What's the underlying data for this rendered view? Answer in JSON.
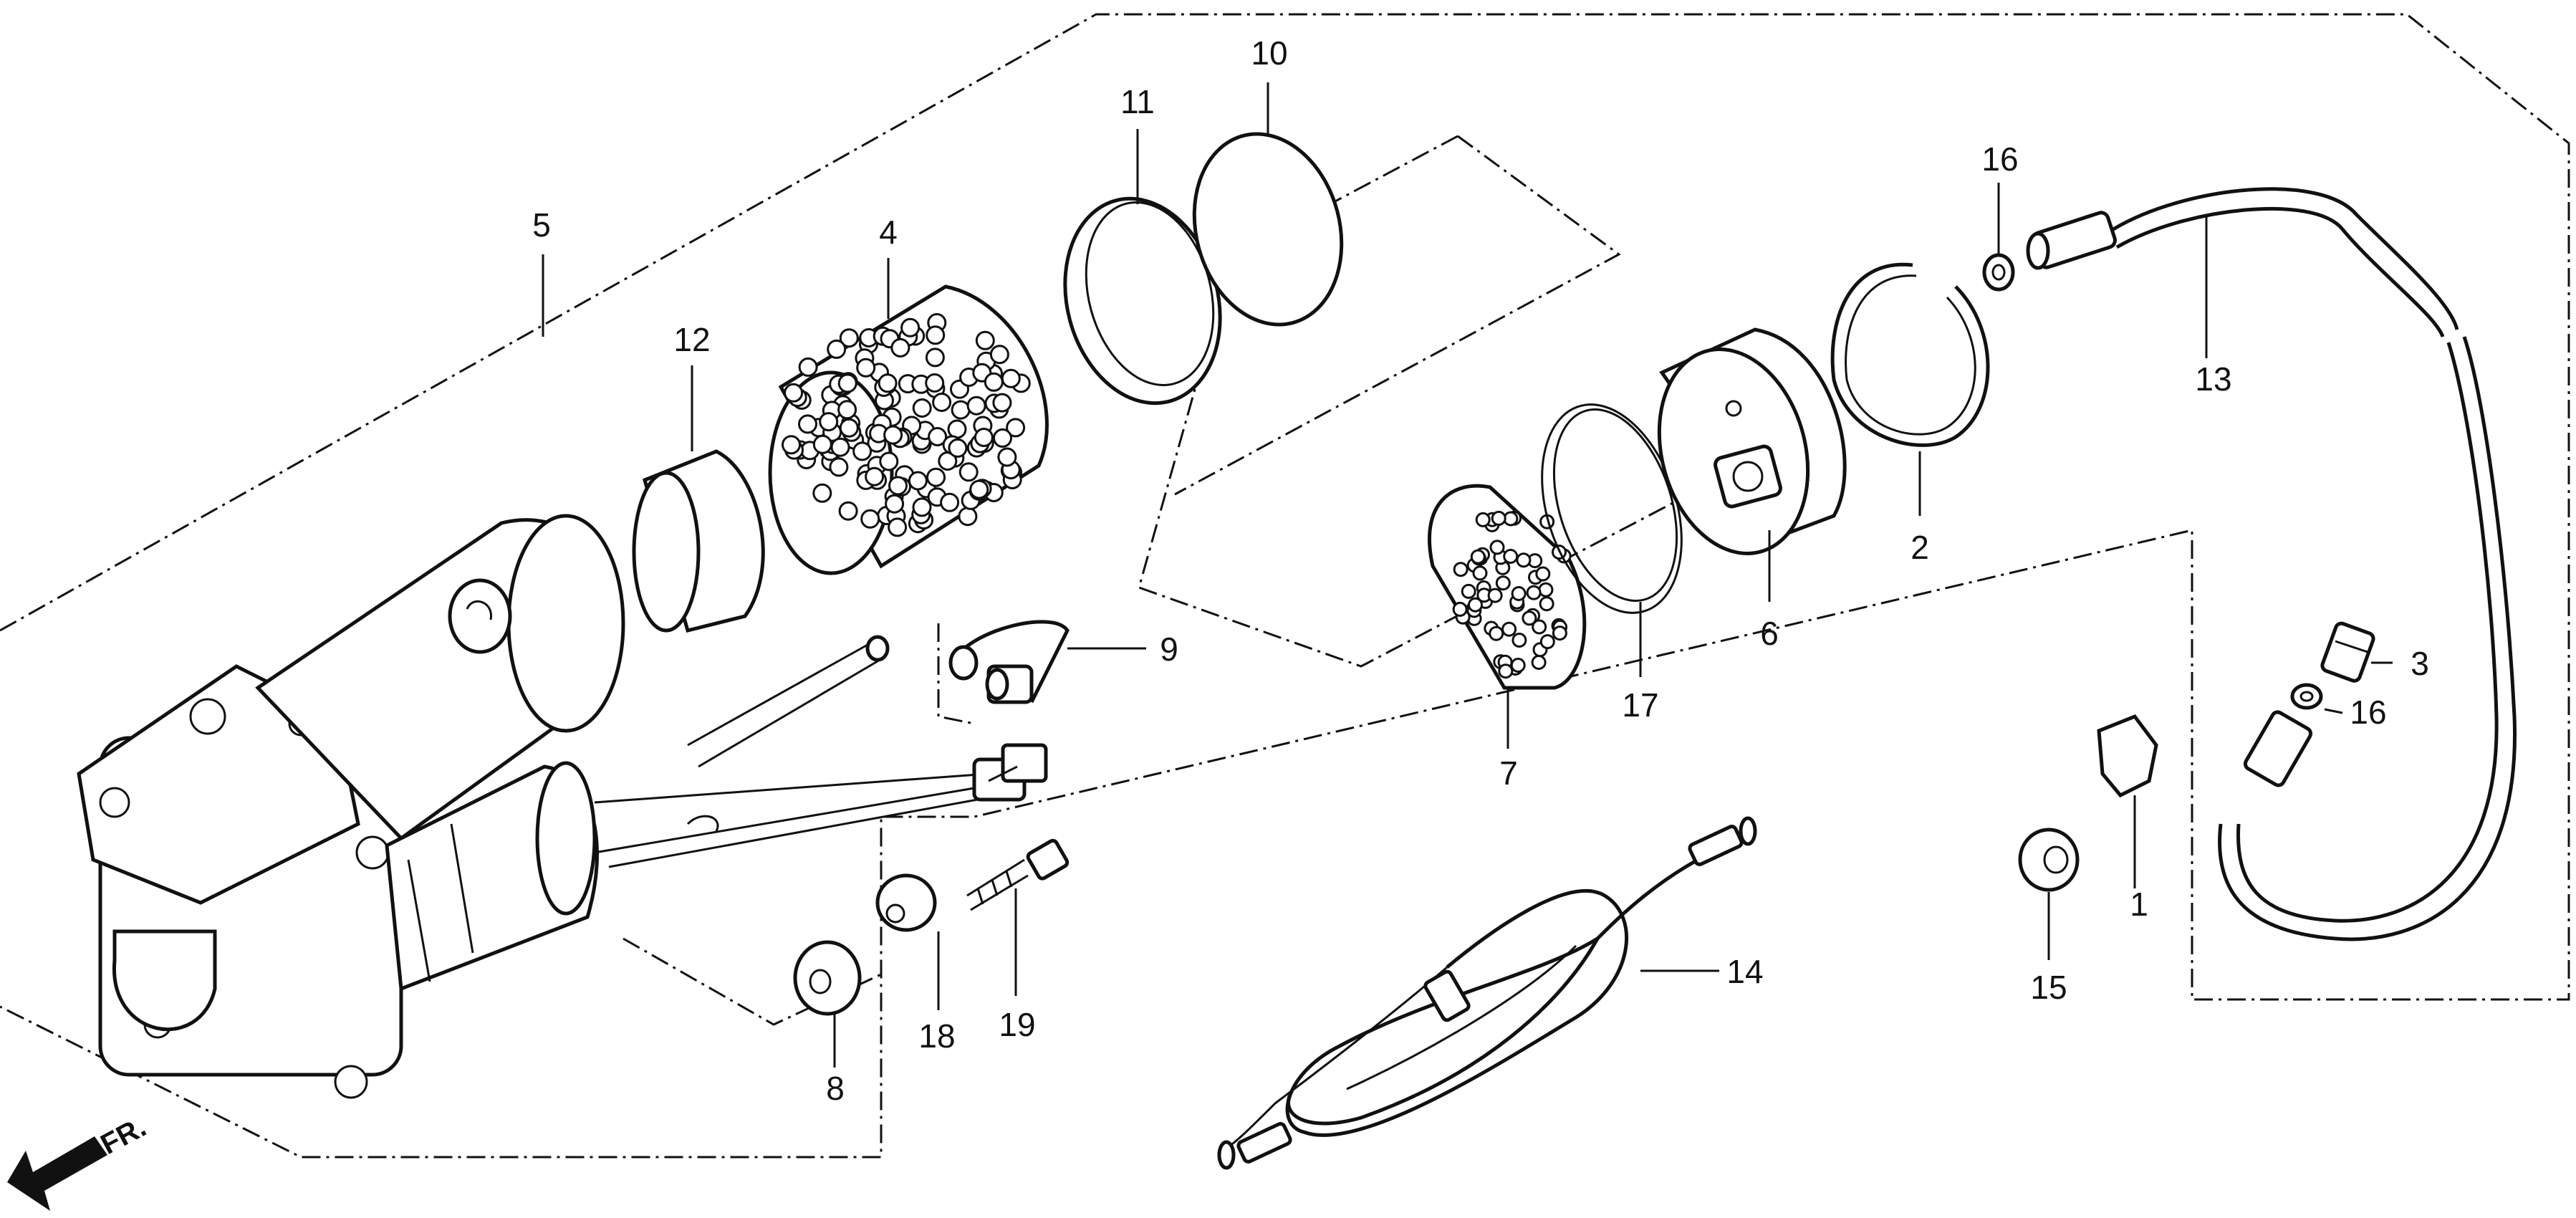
{
  "diagram": {
    "direction_label": "FR.",
    "direction_icon": "arrow-left-down-icon",
    "callouts": [
      {
        "id": "c1",
        "text": "1"
      },
      {
        "id": "c2",
        "text": "2"
      },
      {
        "id": "c3",
        "text": "3"
      },
      {
        "id": "c4",
        "text": "4"
      },
      {
        "id": "c5",
        "text": "5"
      },
      {
        "id": "c6",
        "text": "6"
      },
      {
        "id": "c7",
        "text": "7"
      },
      {
        "id": "c8",
        "text": "8"
      },
      {
        "id": "c9",
        "text": "9"
      },
      {
        "id": "c10",
        "text": "10"
      },
      {
        "id": "c11",
        "text": "11"
      },
      {
        "id": "c12",
        "text": "12"
      },
      {
        "id": "c13",
        "text": "13"
      },
      {
        "id": "c14",
        "text": "14"
      },
      {
        "id": "c15",
        "text": "15"
      },
      {
        "id": "c16a",
        "text": "16"
      },
      {
        "id": "c16b",
        "text": "16"
      },
      {
        "id": "c17",
        "text": "17"
      },
      {
        "id": "c18",
        "text": "18"
      },
      {
        "id": "c19",
        "text": "19"
      }
    ]
  }
}
